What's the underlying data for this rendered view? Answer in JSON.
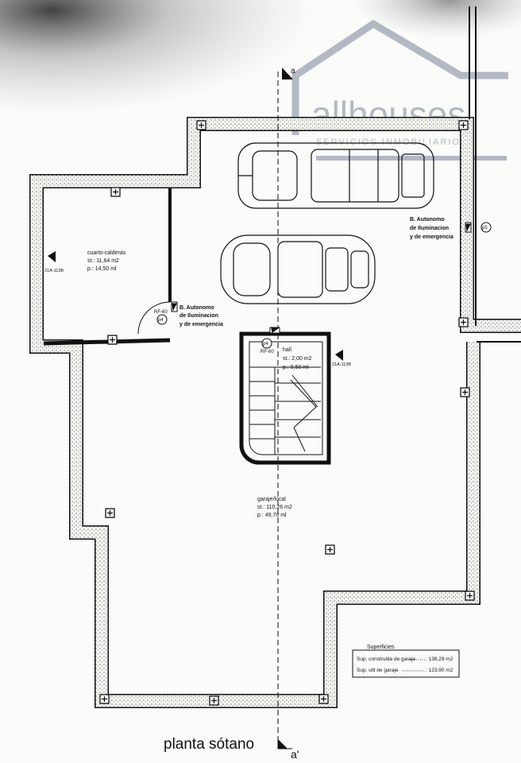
{
  "watermark": {
    "brand": "allhouses",
    "tagline": "SERVICIOS INMOBILIARIOS"
  },
  "plan_title": "planta sótano",
  "section_marks": {
    "top": "a",
    "bottom": "a'"
  },
  "rooms": {
    "boiler": {
      "name": "cuarto-calderas",
      "area": "st.: 11,64 m2",
      "perimeter": "p.: 14,50 ml"
    },
    "hall": {
      "name": "hall",
      "area": "st.: 2,00 m2",
      "perimeter": "p.: 9,50 ml"
    },
    "garage": {
      "name": "garaje/local",
      "area": "st.: 110,26 m2",
      "perimeter": "p.: 49,70 ml"
    }
  },
  "emergency_lights": {
    "line1": "B. Autonomo",
    "line2": "de Iluminacion",
    "line3": "y de emergencia"
  },
  "door_marks": {
    "fire_door": "RF-60",
    "door_tag": "p4",
    "door_tag_right": "p5"
  },
  "extinguisher_code": "21A-113B",
  "surfaces": {
    "title": "Superficies",
    "built_label": "Sup. construida de garaje",
    "built_value": ": 138,29 m2",
    "useful_label": "Sup. util de garaje",
    "useful_value": ": 123,90 m2"
  }
}
